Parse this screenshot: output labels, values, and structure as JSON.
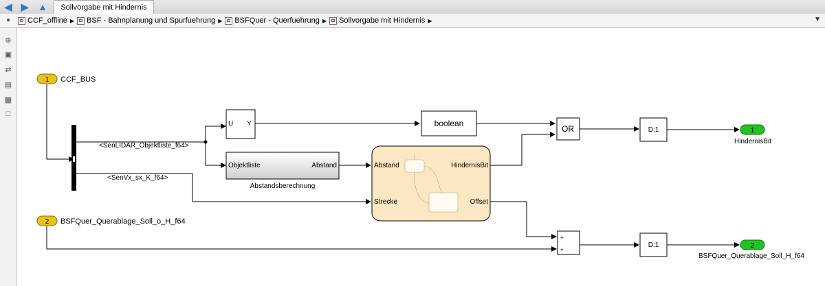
{
  "toolbar": {
    "back_label": "back",
    "forward_label": "forward",
    "up_label": "up",
    "tab_title": "Sollvorgabe mit Hindernis"
  },
  "breadcrumb": {
    "items": [
      "CCF_offline",
      "BSF - Bahnplanung und Spurfuehrung",
      "BSFQuer - Querfuehrung",
      "Sollvorgabe mit Hindernis"
    ]
  },
  "palette": {
    "icons": [
      "zoom-icon",
      "fit-view-icon",
      "arrows-icon",
      "annotation-icon",
      "image-icon",
      "area-icon"
    ]
  },
  "diagram": {
    "inport1": {
      "number": "1",
      "name": "CCF_BUS"
    },
    "inport2": {
      "number": "2",
      "name": "BSFQuer_Querablage_Soll_o_H_f64"
    },
    "signal1": "<SenLIDAR_Objektliste_f64>",
    "signal2": "<SenVx_sx_K_f64>",
    "uy_block": {
      "in": "U",
      "out": "Y"
    },
    "boolean_block": "boolean",
    "or_block": "OR",
    "abstand_block": {
      "in": "Objektliste",
      "out": "Abstand",
      "name": "Abstandsberechnung"
    },
    "chart_block": {
      "in1": "Abstand",
      "in2": "Strecke",
      "out1": "HindernisBit",
      "out2": "Offset"
    },
    "delay1": "D:1",
    "delay2": "D:1",
    "sum_block": {
      "in1": "+",
      "in2": "+"
    },
    "outport1": {
      "number": "1",
      "name": "HindernisBit"
    },
    "outport2": {
      "number": "2",
      "name": "BSFQuer_Querablage_Soll_H_f64"
    }
  },
  "colors": {
    "inport_fill": "#e8c31c",
    "outport_fill": "#22c322",
    "chart_fill": "#fbe7c2"
  }
}
